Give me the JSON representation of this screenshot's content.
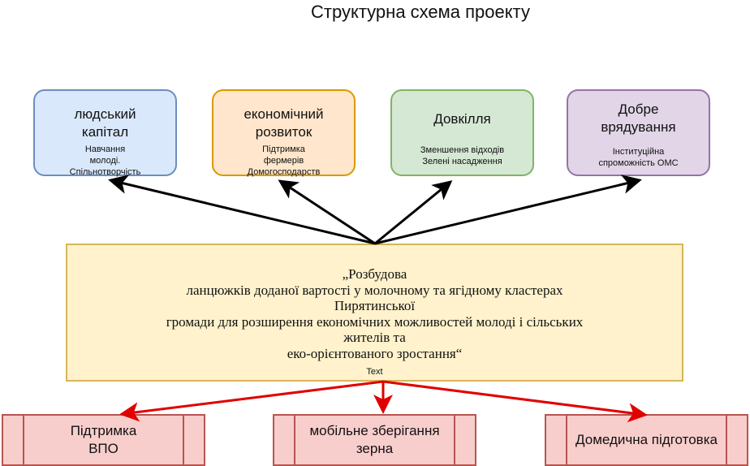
{
  "title": "Структурна схема проекту",
  "categories": [
    {
      "heading": [
        "людський",
        "капітал"
      ],
      "sub": [
        "Навчання",
        "молоді.",
        "Спільнотворчість"
      ],
      "fill": "#dae8fc",
      "stroke": "#6c8ebf"
    },
    {
      "heading": [
        "економічний",
        "розвиток"
      ],
      "sub": [
        "Підтримка",
        "фермерів",
        "Домогосподарств"
      ],
      "fill": "#ffe6cc",
      "stroke": "#d79b00"
    },
    {
      "heading": [
        "Довкілля"
      ],
      "sub": [
        "Зменшення відходів",
        "Зелені насадження"
      ],
      "fill": "#d5e8d4",
      "stroke": "#82b366"
    },
    {
      "heading": [
        "Добре",
        "врядування"
      ],
      "sub": [
        "Інституційна",
        "спроможність ОМС"
      ],
      "fill": "#e1d5e7",
      "stroke": "#9673a6"
    }
  ],
  "project": {
    "lines": [
      "„Розбудова",
      "ланцюжків доданої вартості у молочному та ягідному кластерах",
      "Пирятинської",
      "громади для розширення економічних можливостей молоді і сільських",
      "жителів та",
      "еко-орієнтованого зростання“"
    ],
    "overlay_label": "Text"
  },
  "actions": [
    {
      "lines": [
        "Підтримка",
        "ВПО"
      ]
    },
    {
      "lines": [
        "мобільне зберігання",
        "зерна"
      ]
    },
    {
      "lines": [
        "Домедична підготовка"
      ]
    }
  ],
  "colors": {
    "black_arrow": "#000000",
    "red_arrow": "#e00000"
  }
}
